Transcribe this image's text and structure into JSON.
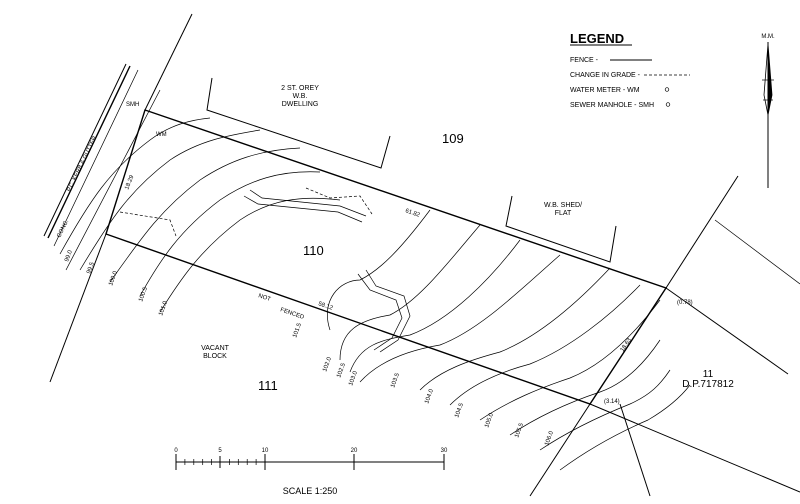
{
  "lots": {
    "lot_109": "109",
    "lot_110": "110",
    "lot_111": "111",
    "lot_11": "11",
    "dp": "D.P.717812"
  },
  "buildings": {
    "dwelling_line1": "2 ST. OREY",
    "dwelling_line2": "W.B.",
    "dwelling_line3": "DWELLING",
    "shed_line1": "W.B. SHED/",
    "shed_line2": "FLAT"
  },
  "labels": {
    "vacant_line1": "VACANT",
    "vacant_line2": "BLOCK",
    "not_fenced_1": "NOT",
    "not_fenced_2": "FENCED",
    "kerb": "P.C. KERB & GUTTER",
    "conc": "CONC.",
    "wm": "WM",
    "smh": "SMH",
    "dim_top": "61.82",
    "dim_bottom": "58.12",
    "dim_left": "18.29",
    "dim_right": "18.63",
    "offset_a": "(0.78)",
    "offset_b": "(3.14)"
  },
  "contours": [
    "99.0",
    "99.5",
    "100.0",
    "100.5",
    "101.0",
    "101.5",
    "102.0",
    "102.5",
    "103.0",
    "103.5",
    "104.0",
    "104.5",
    "105.0",
    "105.5",
    "106.0"
  ],
  "legend": {
    "title": "LEGEND",
    "fence": "FENCE -",
    "grade": "CHANGE IN GRADE -",
    "water": "WATER METER - WM",
    "sewer": "SEWER MANHOLE - SMH"
  },
  "north": {
    "mark": "M.M."
  },
  "scale": {
    "ticks": [
      "0",
      "5",
      "10",
      "20",
      "30"
    ],
    "label": "SCALE 1:250"
  }
}
